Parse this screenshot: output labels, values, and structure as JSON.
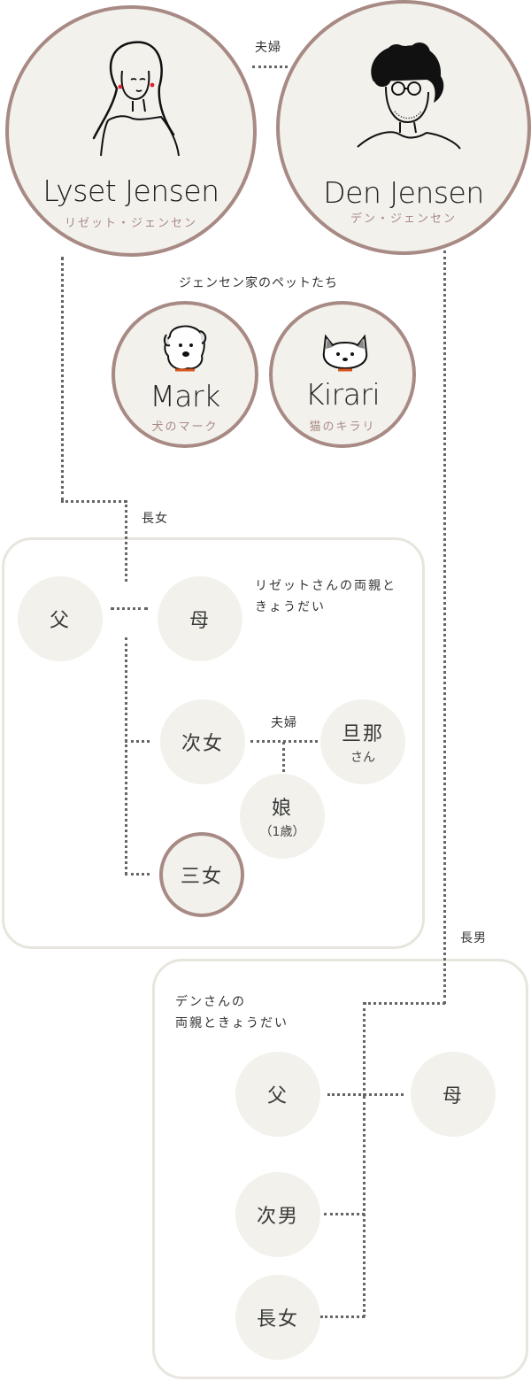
{
  "couple": {
    "relation_label": "夫婦",
    "wife": {
      "name": "Lyset Jensen",
      "kana": "リゼット・ジェンセン"
    },
    "husband": {
      "name": "Den Jensen",
      "kana": "デン・ジェンセン"
    }
  },
  "pets": {
    "title": "ジェンセン家のペットたち",
    "dog": {
      "name": "Mark",
      "caption": "犬のマーク"
    },
    "cat": {
      "name": "Kirari",
      "caption": "猫のキラリ"
    }
  },
  "lyset_family": {
    "link_label": "長女",
    "description_line1": "リゼットさんの両親と",
    "description_line2": "きょうだい",
    "father": "父",
    "mother": "母",
    "second_daughter": "次女",
    "spouse_relation_label": "夫婦",
    "husband": "旦那",
    "husband_suffix": "さん",
    "niece": "娘",
    "niece_age": "（1歳）",
    "third_daughter": "三女"
  },
  "den_family": {
    "link_label": "長男",
    "description_line1": "デンさんの",
    "description_line2": "両親ときょうだい",
    "father": "父",
    "mother": "母",
    "second_son": "次男",
    "eldest_daughter": "長女"
  },
  "colors": {
    "accent_ring": "#a88a85",
    "circle_fill": "#f3f1ec",
    "panel_border": "#e7e5dd",
    "dotted_line": "#666666"
  }
}
